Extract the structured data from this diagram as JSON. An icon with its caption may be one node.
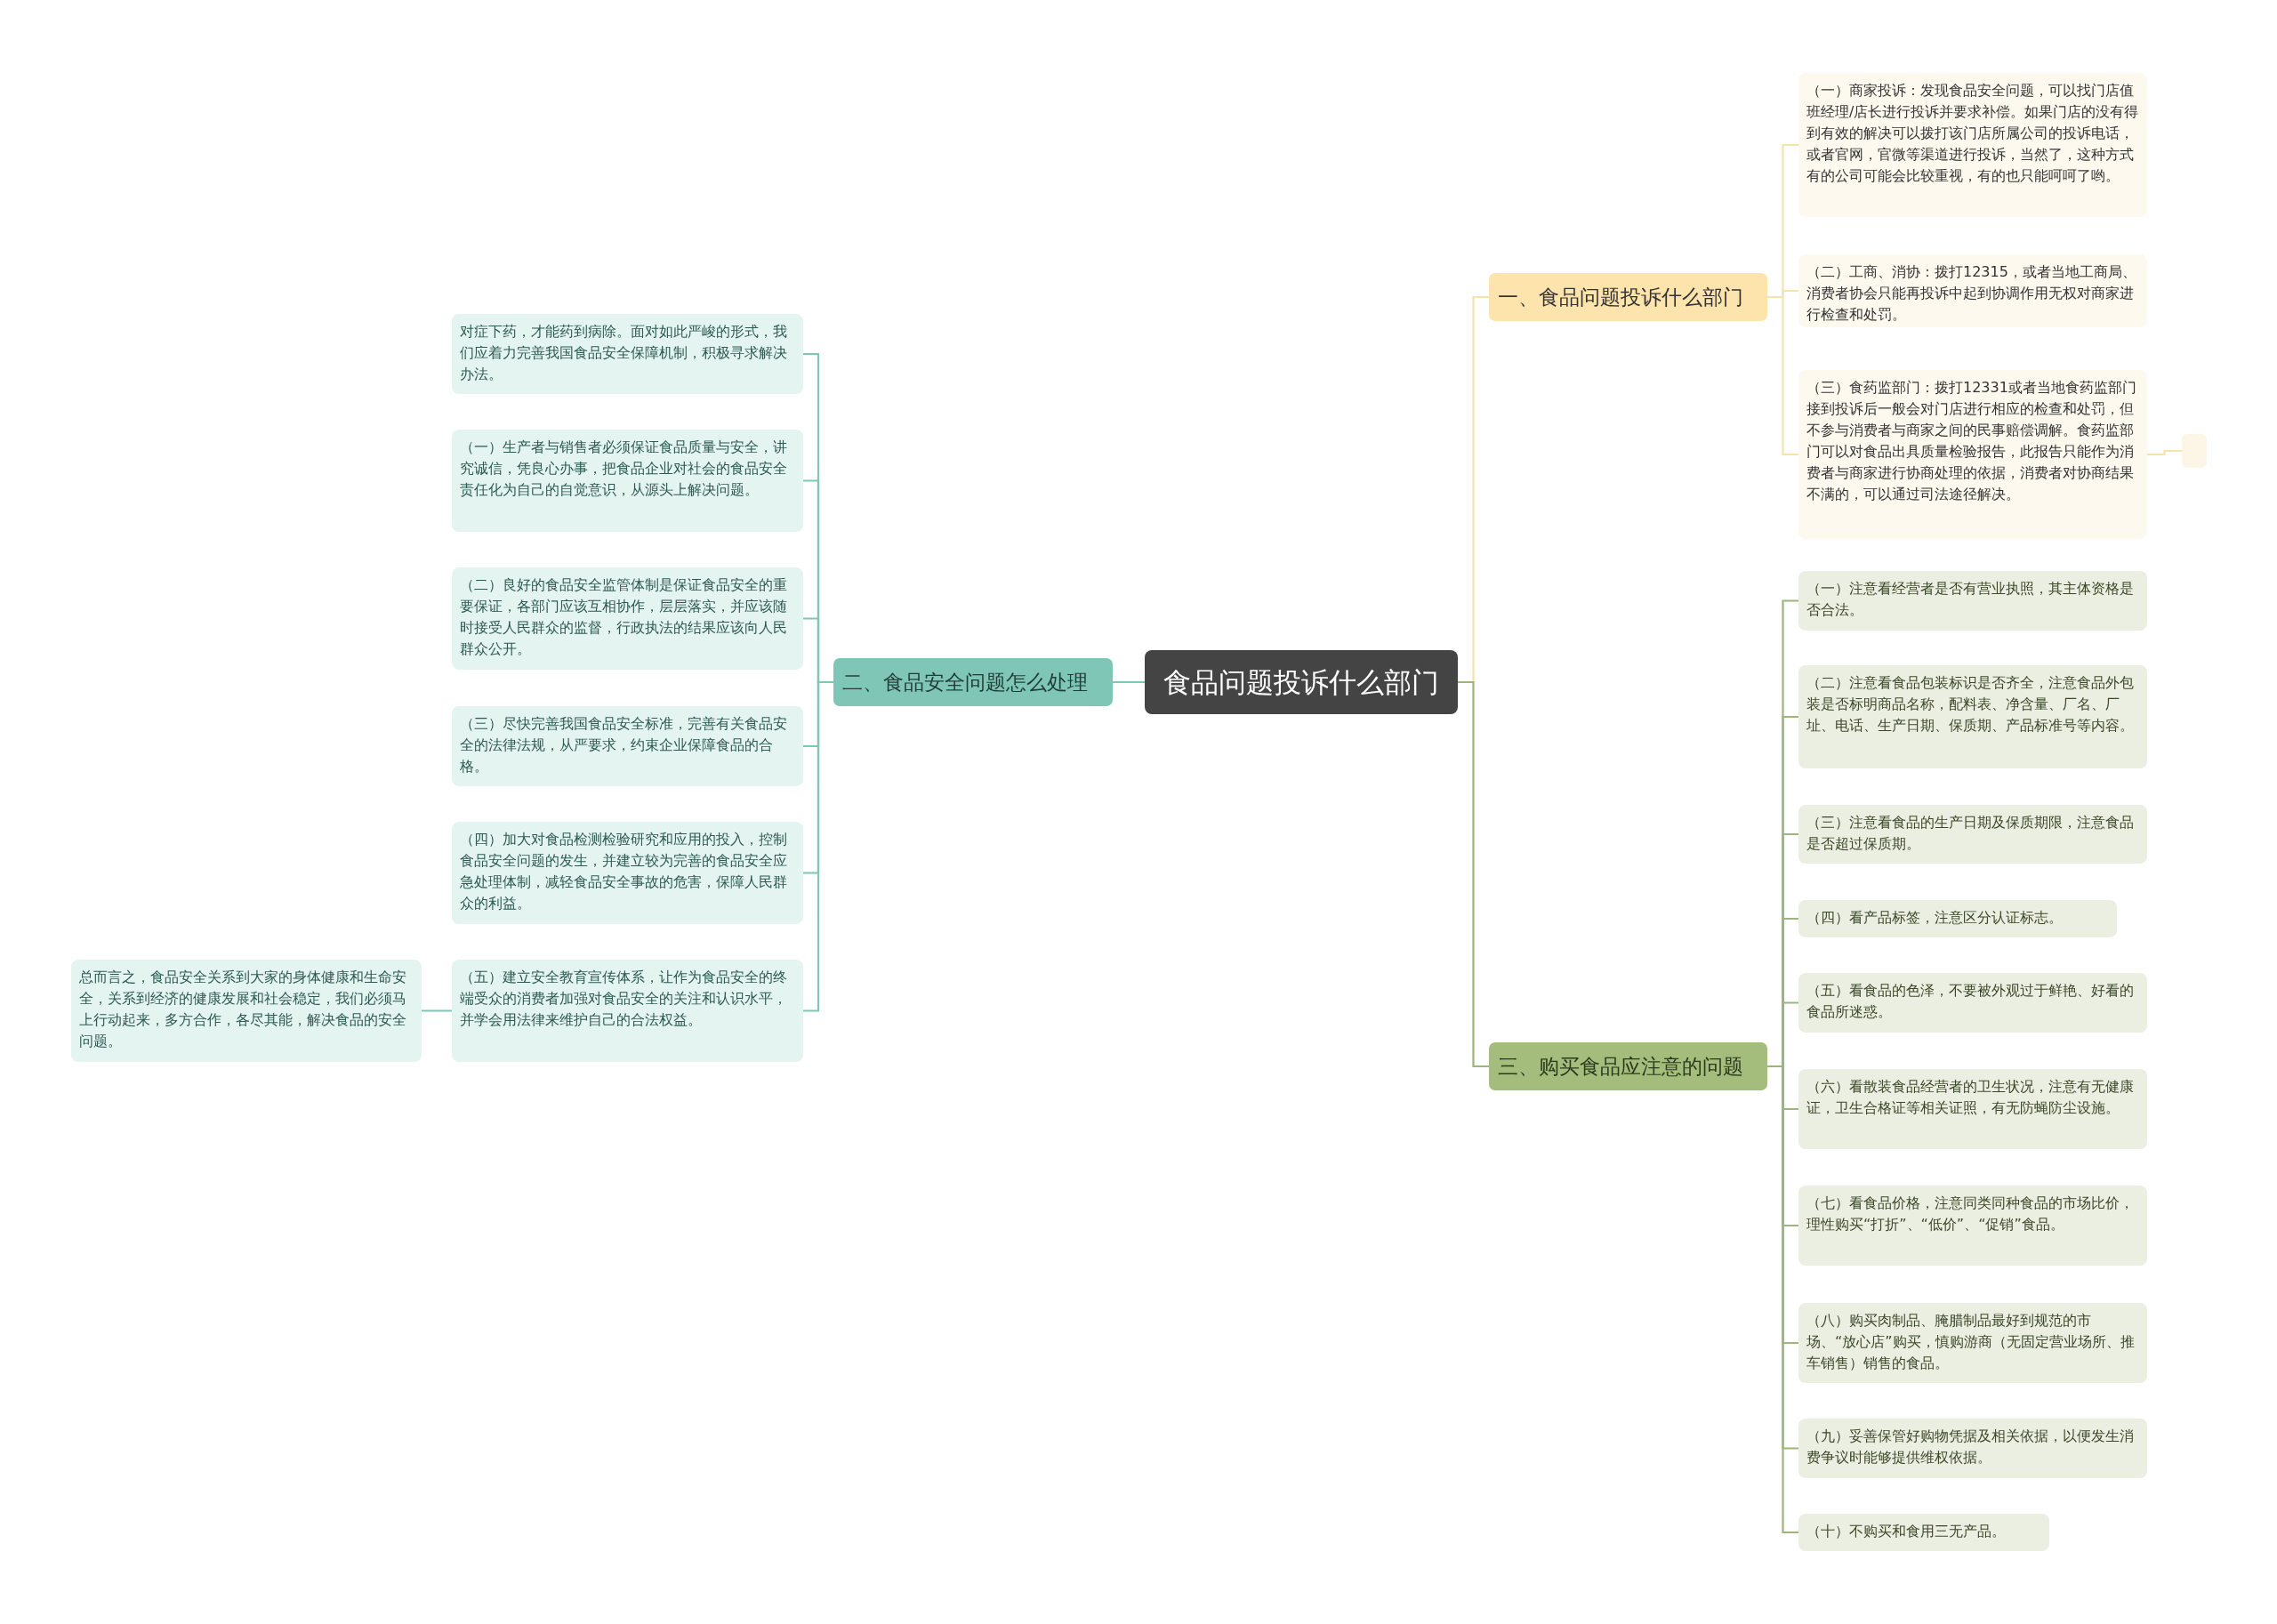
{
  "diagram": {
    "nodes": [
      {
        "text": [
          "食品问题投诉什么部门"
        ]
      },
      {
        "text": [
          "一、食品问题投诉什么部门"
        ]
      },
      {
        "text": [
          "（一）商家投诉：发现食品安全问题，可以找门店值班经理/店长进行投诉并要求补偿。如果门店的没有得到有效的解决可以拨打该门店所属公司的投诉电话，或者官网，官微等渠道进行投诉，当然了，这种方式有的公司可能会比较重视，有的也只能呵呵了哟。"
        ]
      },
      {
        "text": [
          "（二）工商、消协：拨打12315，或者当地工商局、消费者协会只能再投诉中起到协调作用无权对商家进行检查和处罚。"
        ]
      },
      {
        "text": [
          "（三）食药监部门：拨打12331或者当地食药监部门接到投诉后一般会对门店进行相应的检查和处罚，但不参与消费者与商家之间的民事赔偿调解。食药监部门可以对食品出具质量检验报告，此报告只能作为消费者与商家进行协商处理的依据，消费者对协商结果不满的，可以通过司法途径解决。"
        ]
      },
      {
        "text": [],
        "shape": "box"
      },
      {
        "text": [
          "二、食品安全问题怎么处理"
        ]
      },
      {
        "text": [
          "对症下药，才能药到病除。面对如此严峻的形式，我们应着力完善我国食品安全保障机制，积极寻求解决办法。"
        ]
      },
      {
        "text": [
          "（一）生产者与销售者必须保证食品质量与安全，讲究诚信，凭良心办事，把食品企业对社会的食品安全责任化为自己的自觉意识，从源头上解决问题。"
        ]
      },
      {
        "text": [
          "（二）良好的食品安全监管体制是保证食品安全的重要保证，各部门应该互相协作，层层落实，并应该随时接受人民群众的监督，行政执法的结果应该向人民群众公开。"
        ]
      },
      {
        "text": [
          "（三）尽快完善我国食品安全标准，完善有关食品安全的法律法规，从严要求，约束企业保障食品的合格。"
        ]
      },
      {
        "text": [
          "（四）加大对食品检测检验研究和应用的投入，控制食品安全问题的发生，并建立较为完善的食品安全应急处理体制，减轻食品安全事故的危害，保障人民群众的利益。"
        ]
      },
      {
        "text": [
          "（五）建立安全教育宣传体系，让作为食品安全的终端受众的消费者加强对食品安全的关注和认识水平，并学会用法律来维护自己的合法权益。"
        ]
      },
      {
        "text": [
          "总而言之，食品安全关系到大家的身体健康和生命安全，关系到经济的健康发展和社会稳定，我们必须马上行动起来，多方合作，各尽其能，解决食品的安全问题。"
        ]
      },
      {
        "text": [
          "三、购买食品应注意的问题"
        ]
      },
      {
        "text": [
          "（一）注意看经营者是否有营业执照，其主体资格是否合法。"
        ]
      },
      {
        "text": [
          "（二）注意看食品包装标识是否齐全，注意食品外包装是否标明商品名称，配料表、净含量、厂名、厂址、电话、生产日期、保质期、产品标准号等内容。"
        ]
      },
      {
        "text": [
          "（三）注意看食品的生产日期及保质期限，注意食品是否超过保质期。"
        ]
      },
      {
        "text": [
          "（四）看产品标签，注意区分认证标志。"
        ]
      },
      {
        "text": [
          "（五）看食品的色泽，不要被外观过于鲜艳、好看的食品所迷惑。"
        ]
      },
      {
        "text": [
          "（六）看散装食品经营者的卫生状况，注意有无健康证，卫生合格证等相关证照，有无防蝇防尘设施。"
        ]
      },
      {
        "text": [
          "（七）看食品价格，注意同类同种食品的市场比价，理性购买“打折”、“低价”、“促销”食品。"
        ]
      },
      {
        "text": [
          "（八）购买肉制品、腌腊制品最好到规范的市场、“放心店”购买，慎购游商（无固定营业场所、推车销售）销售的食品。"
        ]
      },
      {
        "text": [
          "（九）妥善保管好购物凭据及相关依据，以便发生消费争议时能够提供维权依据。"
        ]
      },
      {
        "text": [
          "（十）不购买和食用三无产品。"
        ]
      }
    ],
    "edges": [
      {
        "from": 0,
        "to": 1,
        "arrow": "none",
        "color": "#f6e2ad"
      },
      {
        "from": 1,
        "to": 2,
        "arrow": "none",
        "color": "#f6e2ad"
      },
      {
        "from": 1,
        "to": 3,
        "arrow": "none",
        "color": "#f6e2ad"
      },
      {
        "from": 1,
        "to": 4,
        "arrow": "none",
        "color": "#f6e2ad"
      },
      {
        "from": 4,
        "to": 5,
        "arrow": "none",
        "color": "#f6e2ad"
      },
      {
        "from": 0,
        "to": 6,
        "arrow": "none",
        "color": "#7fc6b6"
      },
      {
        "from": 6,
        "to": 7,
        "arrow": "none",
        "color": "#7fc6b6"
      },
      {
        "from": 6,
        "to": 8,
        "arrow": "none",
        "color": "#7fc6b6"
      },
      {
        "from": 6,
        "to": 9,
        "arrow": "none",
        "color": "#7fc6b6"
      },
      {
        "from": 6,
        "to": 10,
        "arrow": "none",
        "color": "#7fc6b6"
      },
      {
        "from": 6,
        "to": 11,
        "arrow": "none",
        "color": "#7fc6b6"
      },
      {
        "from": 6,
        "to": 12,
        "arrow": "none",
        "color": "#7fc6b6"
      },
      {
        "from": 12,
        "to": 13,
        "arrow": "none",
        "color": "#7fc6b6"
      },
      {
        "from": 0,
        "to": 14,
        "arrow": "none"
      },
      {
        "from": 14,
        "to": 15,
        "arrow": "none"
      },
      {
        "from": 14,
        "to": 16,
        "arrow": "none"
      },
      {
        "from": 14,
        "to": 17,
        "arrow": "none"
      },
      {
        "from": 14,
        "to": 18,
        "arrow": "none"
      },
      {
        "from": 14,
        "to": 19,
        "arrow": "none"
      },
      {
        "from": 14,
        "to": 20,
        "arrow": "none"
      },
      {
        "from": 14,
        "to": 21,
        "arrow": "none"
      },
      {
        "from": 14,
        "to": 22,
        "arrow": "none"
      },
      {
        "from": 14,
        "to": 23,
        "arrow": "none"
      },
      {
        "from": 14,
        "to": 24,
        "arrow": "none"
      }
    ]
  }
}
